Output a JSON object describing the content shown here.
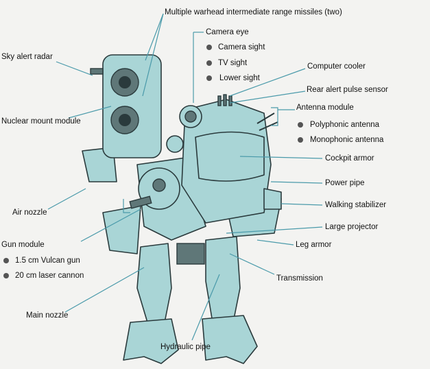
{
  "colors": {
    "leader": "#4a9aaa",
    "armor": "#a9d5d6",
    "background": "#f3f3f1"
  },
  "labels": {
    "missiles": "Multiple warhead intermediate range missiles (two)",
    "camera_eye": "Camera eye",
    "camera_sight": "Camera sight",
    "tv_sight": "TV sight",
    "lower_sight": "Lower sight",
    "sky_alert_radar": "Sky alert radar",
    "computer_cooler": "Computer cooler",
    "rear_alert": "Rear alert pulse sensor",
    "antenna_module": "Antenna module",
    "polyphonic": "Polyphonic antenna",
    "monophonic": "Monophonic antenna",
    "nuclear_mount": "Nuclear mount module",
    "cockpit_armor": "Cockpit armor",
    "power_pipe": "Power pipe",
    "walking_stabilizer": "Walking stabilizer",
    "air_nozzle": "Air nozzle",
    "large_projector": "Large projector",
    "gun_module": "Gun module",
    "vulcan": "1.5 cm Vulcan gun",
    "laser": "20 cm laser cannon",
    "leg_armor": "Leg armor",
    "transmission": "Transmission",
    "main_nozzle": "Main nozzle",
    "hydraulic_pipe": "Hydraulic pipe"
  }
}
